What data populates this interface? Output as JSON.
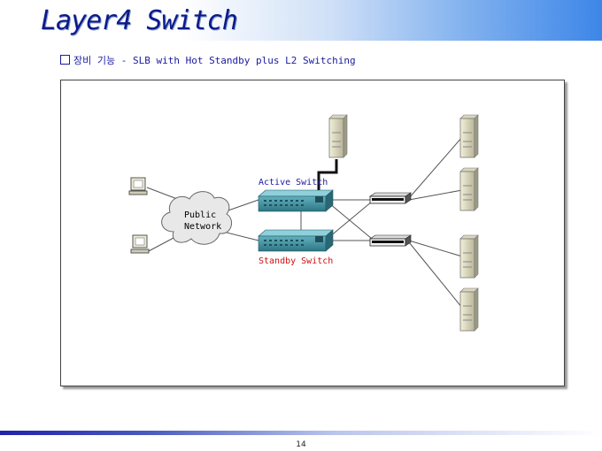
{
  "header": {
    "title": "Layer4 Switch"
  },
  "subtitle": "장비 기능 - SLB with Hot Standby plus L2 Switching",
  "diagram": {
    "cloud_label": [
      "Public",
      "Network"
    ],
    "active_switch_label": "Active Switch",
    "standby_switch_label": "Standby Switch",
    "colors": {
      "active": "#1a1aa0",
      "standby": "#cc1111",
      "switch_body": "#3f8f9f"
    }
  },
  "footer": {
    "page_number": "14"
  }
}
